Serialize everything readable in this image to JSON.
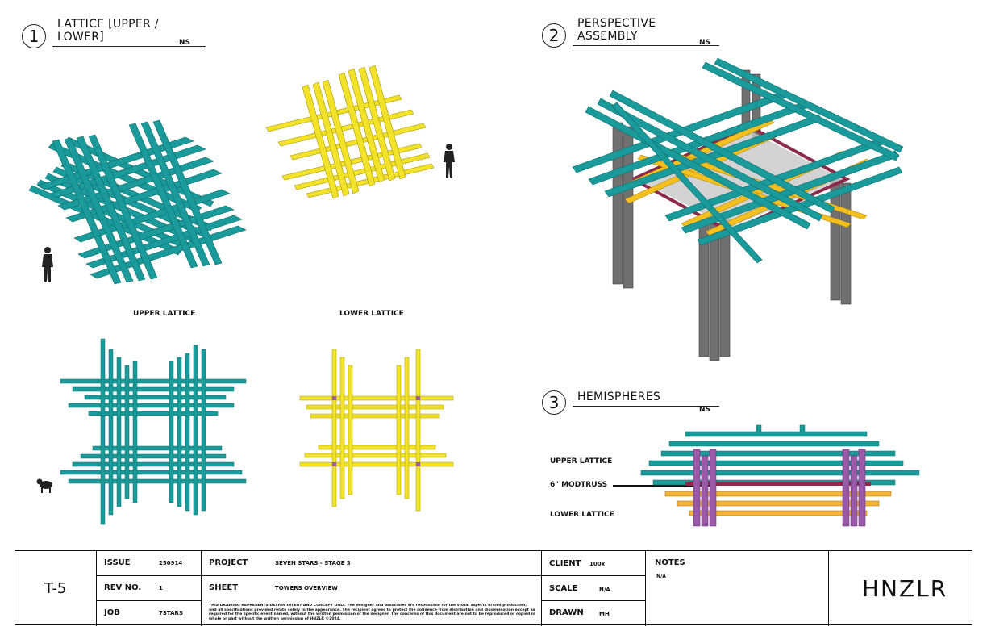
{
  "views": [
    {
      "number": "1",
      "title": "LATTICE [UPPER / LOWER]",
      "scale": "NS"
    },
    {
      "number": "2",
      "title": "PERSPECTIVE ASSEMBLY",
      "scale": "NS"
    },
    {
      "number": "3",
      "title": "HEMISPHERES",
      "scale": "NS"
    }
  ],
  "labels": {
    "upper_lattice": "UPPER LATTICE",
    "lower_lattice": "LOWER LATTICE",
    "hemi_upper": "UPPER LATTICE",
    "hemi_modtruss": "6\" MODTRUSS",
    "hemi_lower": "LOWER LATTICE"
  },
  "colors": {
    "teal": "#1a9a9a",
    "yellow": "#f2e22a",
    "orange": "#f4b43a",
    "purple": "#9a5aa8",
    "gray": "#6a6a6a",
    "maroon": "#8b2a4a"
  },
  "title_block": {
    "sheet_number": "T-5",
    "issue_label": "ISSUE",
    "issue": "250914",
    "rev_label": "REV NO.",
    "rev": "1",
    "job_label": "JOB",
    "job": "7STARS",
    "project_label": "PROJECT",
    "project": "SEVEN STARS - STAGE 3",
    "sheet_label": "SHEET",
    "sheet": "TOWERS OVERVIEW",
    "disclaimer": "THIS DRAWING REPRESENTS DESIGN INTENT AND CONCEPT ONLY. The designer and associates are responsible for the visual aspects of this production, and all specifications provided relate solely to the appearance. The recipient agrees to protect the cofidence from distribution and dissemination except as required for the specific event named, without the written permission of the designer. The concerns of this document are not to be reproduced or copied in whole or part without the written permission of HNZLR ©2024.",
    "client_label": "CLIENT",
    "client": "100x",
    "scale_label": "SCALE",
    "scale": "N/A",
    "drawn_label": "DRAWN",
    "drawn": "MH",
    "notes_label": "NOTES",
    "notes": "N/A",
    "logo": "HNZLR"
  }
}
